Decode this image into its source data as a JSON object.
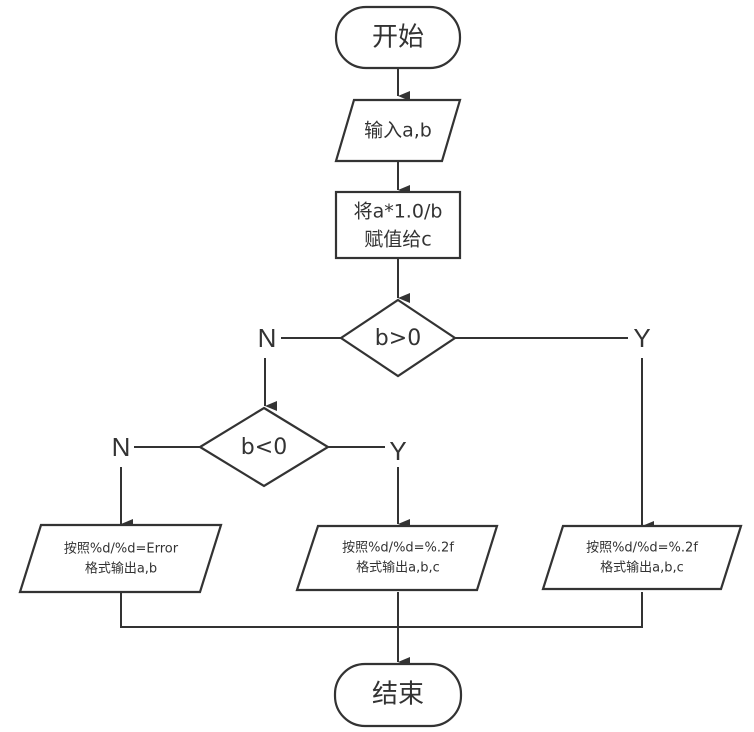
{
  "diagram": {
    "type": "flowchart",
    "nodes": {
      "start": {
        "label": "开始",
        "shape": "terminator"
      },
      "input": {
        "label": "输入a,b",
        "shape": "parallelogram"
      },
      "assign": {
        "lines": [
          "将a*1.0/b",
          "赋值给c"
        ],
        "shape": "rectangle"
      },
      "cond1": {
        "label": "b>0",
        "shape": "diamond"
      },
      "cond2": {
        "label": "b<0",
        "shape": "diamond"
      },
      "out_error": {
        "lines": [
          "按照%d/%d=Error",
          "格式输出a,b"
        ],
        "shape": "parallelogram"
      },
      "out_neg": {
        "lines": [
          "按照%d/%d=%.2f",
          "格式输出a,b,c"
        ],
        "shape": "parallelogram"
      },
      "out_pos": {
        "lines": [
          "按照%d/%d=%.2f",
          "格式输出a,b,c"
        ],
        "shape": "parallelogram"
      },
      "end": {
        "label": "结束",
        "shape": "terminator"
      }
    },
    "branch_labels": {
      "cond1_no": "N",
      "cond1_yes": "Y",
      "cond2_no": "N",
      "cond2_yes": "Y"
    },
    "edges": [
      {
        "from": "start",
        "to": "input"
      },
      {
        "from": "input",
        "to": "assign"
      },
      {
        "from": "assign",
        "to": "cond1"
      },
      {
        "from": "cond1",
        "to": "cond2",
        "label": "N"
      },
      {
        "from": "cond1",
        "to": "out_pos",
        "label": "Y"
      },
      {
        "from": "cond2",
        "to": "out_error",
        "label": "N"
      },
      {
        "from": "cond2",
        "to": "out_neg",
        "label": "Y"
      },
      {
        "from": "out_error",
        "to": "end"
      },
      {
        "from": "out_neg",
        "to": "end"
      },
      {
        "from": "out_pos",
        "to": "end"
      }
    ],
    "colors": {
      "stroke": "#333333",
      "fill": "#ffffff",
      "text": "#333333"
    }
  }
}
